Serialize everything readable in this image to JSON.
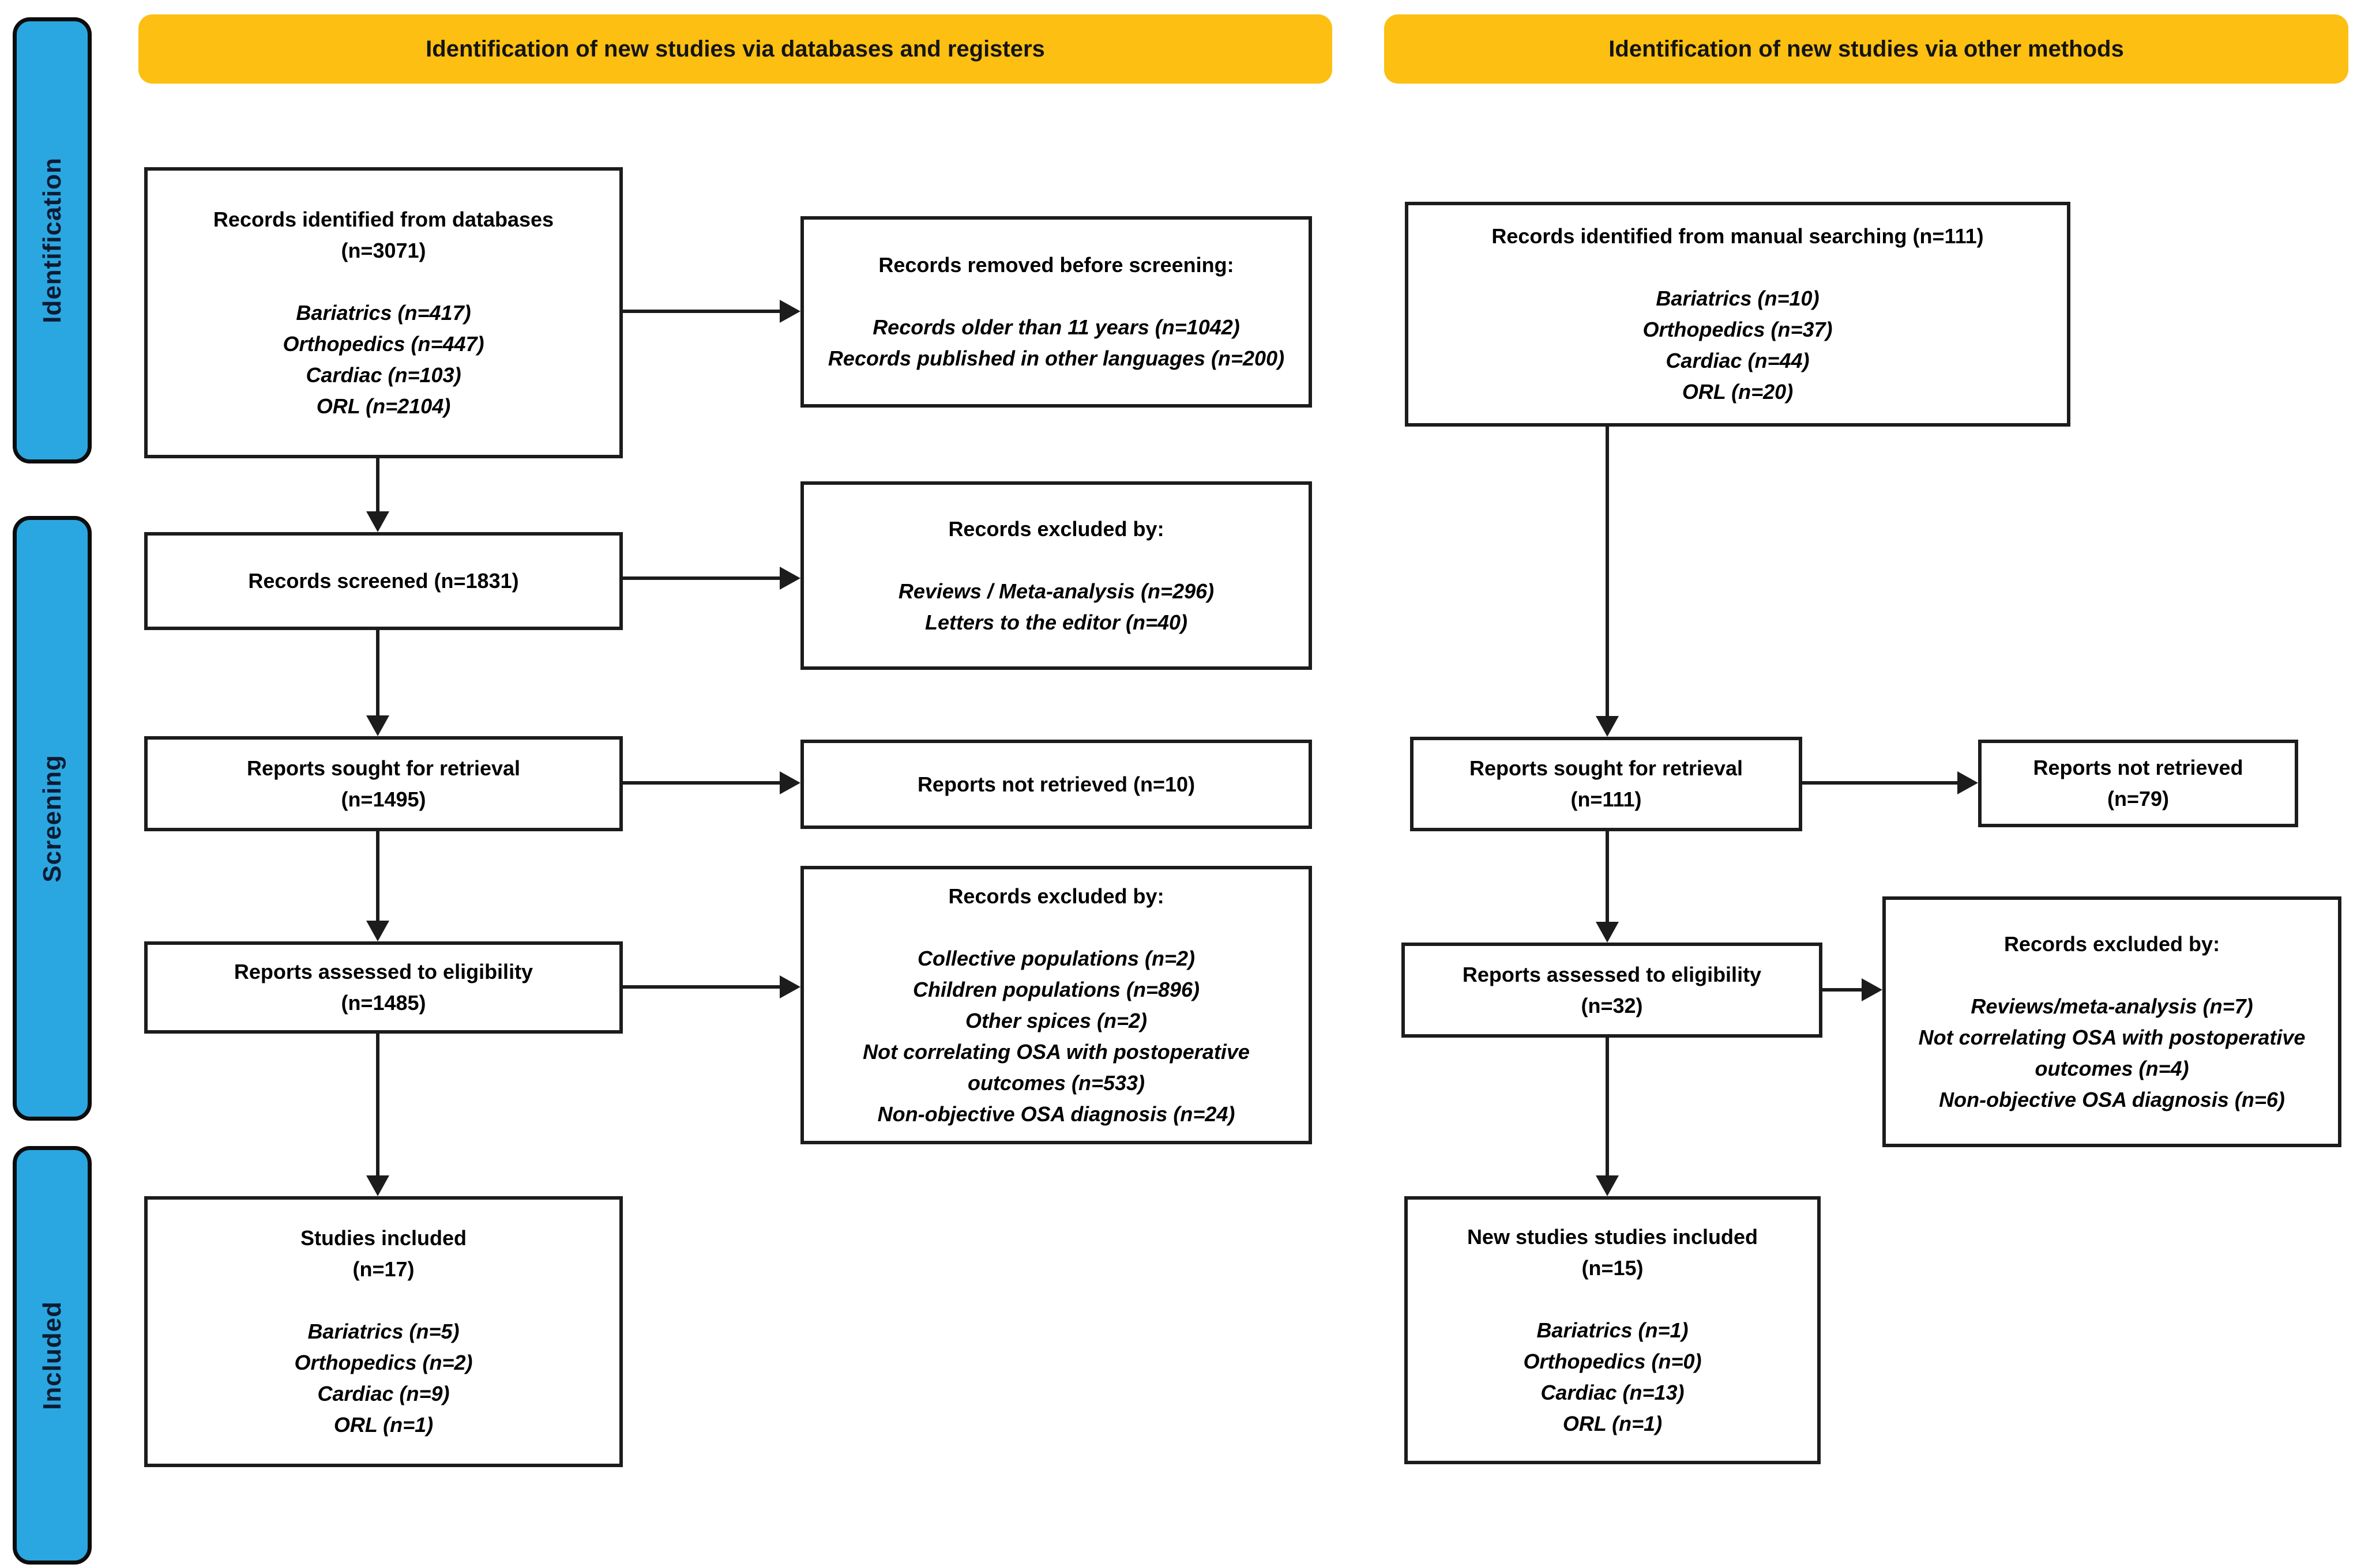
{
  "colors": {
    "banner_yellow": "#FCBF12",
    "stage_blue": "#2AA7E0",
    "line_black": "#1c1c1c"
  },
  "banners": {
    "left": "Identification of new studies via databases and registers",
    "right": "Identification of new studies via other methods"
  },
  "stages": {
    "identification": "Identification",
    "screening": "Screening",
    "included": "Included"
  },
  "left_col": {
    "identified": {
      "title": "Records identified from databases",
      "n": "(n=3071)",
      "items": [
        "Bariatrics (n=417)",
        "Orthopedics (n=447)",
        "Cardiac (n=103)",
        "ORL (n=2104)"
      ]
    },
    "removed": {
      "title": "Records removed before screening:",
      "items": [
        "Records older than 11 years (n=1042)",
        "Records published in other languages (n=200)"
      ]
    },
    "screened": {
      "label": "Records screened (n=1831)"
    },
    "excluded_screening": {
      "title": "Records excluded by:",
      "items": [
        "Reviews / Meta-analysis (n=296)",
        "Letters to the editor (n=40)"
      ]
    },
    "sought": {
      "title": "Reports sought for retrieval",
      "n": "(n=1495)"
    },
    "not_retrieved": {
      "label": "Reports not retrieved (n=10)"
    },
    "assessed": {
      "title": "Reports assessed to eligibility",
      "n": "(n=1485)"
    },
    "excluded_eligibility": {
      "title": "Records excluded by:",
      "items": [
        "Collective populations (n=2)",
        "Children populations (n=896)",
        "Other spices (n=2)",
        "Not correlating OSA with postoperative outcomes (n=533)",
        "Non-objective OSA diagnosis (n=24)"
      ]
    },
    "included": {
      "title": "Studies included",
      "n": "(n=17)",
      "items": [
        "Bariatrics (n=5)",
        "Orthopedics (n=2)",
        "Cardiac (n=9)",
        "ORL (n=1)"
      ]
    }
  },
  "right_col": {
    "identified": {
      "title": "Records identified from manual searching (n=111)",
      "items": [
        "Bariatrics (n=10)",
        "Orthopedics (n=37)",
        "Cardiac (n=44)",
        "ORL (n=20)"
      ]
    },
    "sought": {
      "title": "Reports sought for retrieval",
      "n": "(n=111)"
    },
    "not_retrieved": {
      "title": "Reports not retrieved",
      "n": "(n=79)"
    },
    "assessed": {
      "title": "Reports assessed to eligibility",
      "n": "(n=32)"
    },
    "excluded_eligibility": {
      "title": "Records excluded by:",
      "items": [
        "Reviews/meta-analysis (n=7)",
        "Not correlating OSA with postoperative outcomes (n=4)",
        "Non-objective OSA diagnosis (n=6)"
      ]
    },
    "included": {
      "title": "New studies studies included",
      "n": "(n=15)",
      "items": [
        "Bariatrics (n=1)",
        "Orthopedics (n=0)",
        "Cardiac (n=13)",
        "ORL (n=1)"
      ]
    }
  }
}
